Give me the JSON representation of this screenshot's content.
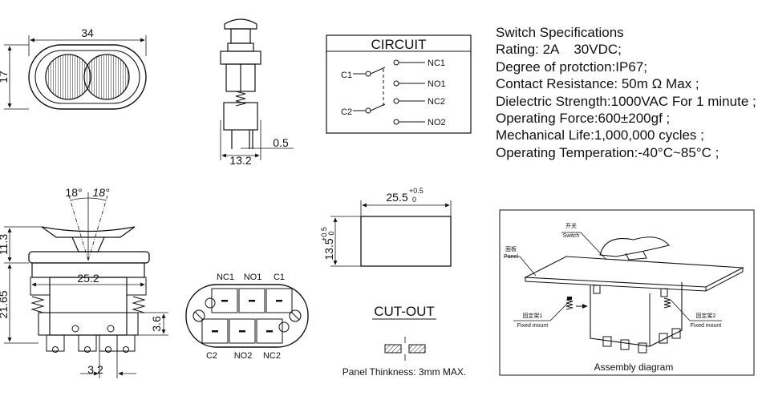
{
  "top_view": {
    "width_dim": "34",
    "height_dim": "17"
  },
  "side_view": {
    "width_dim": "13.2",
    "pin_dim": "0.5"
  },
  "circuit": {
    "title": "CIRCUIT",
    "labels": {
      "c1": "C1",
      "c2": "C2",
      "nc1": "NC1",
      "no1": "NO1",
      "nc2": "NC2",
      "no2": "NO2"
    }
  },
  "specifications": {
    "title": "Switch Specifications",
    "lines": [
      "Rating: 2A    30VDC;",
      "Degree of protction:IP67;",
      "Contact Resistance: 50m Ω Max ;",
      "Dielectric Strength:1000VAC For 1 minute ;",
      "Operating Force:600±200gf ;",
      "Mechanical Life:1,000,000 cycles ;",
      "Operating Temperation:-40°C~85°C ;"
    ]
  },
  "front_view": {
    "angle_left": "18°",
    "angle_right": "18°",
    "dim_11_3": "11.3",
    "dim_25_2": "25.2",
    "dim_21_65": "21.65",
    "dim_3_6": "3.6",
    "dim_3_2": "3.2"
  },
  "terminal_view": {
    "top_labels": [
      "NC1",
      "NO1",
      "C1"
    ],
    "bottom_labels": [
      "C2",
      "NO2",
      "NC2"
    ]
  },
  "cutout": {
    "width": "25.5",
    "width_tol_plus": "+0.5",
    "width_tol_minus": "0",
    "height": "13.5",
    "height_tol_plus": "+0.5",
    "height_tol_minus": "0",
    "title": "CUT-OUT",
    "panel_note": "Panel Thinkness: 3mm MAX."
  },
  "assembly": {
    "switch_cn": "开关",
    "switch_en": "Switch",
    "panel_cn": "面板",
    "panel_en": "Panel",
    "mount1_cn": "固定架1",
    "mount1_en": "Fixed mount",
    "mount2_cn": "固定架2",
    "mount2_en": "Fixed mount",
    "caption": "Assembly diagram"
  }
}
